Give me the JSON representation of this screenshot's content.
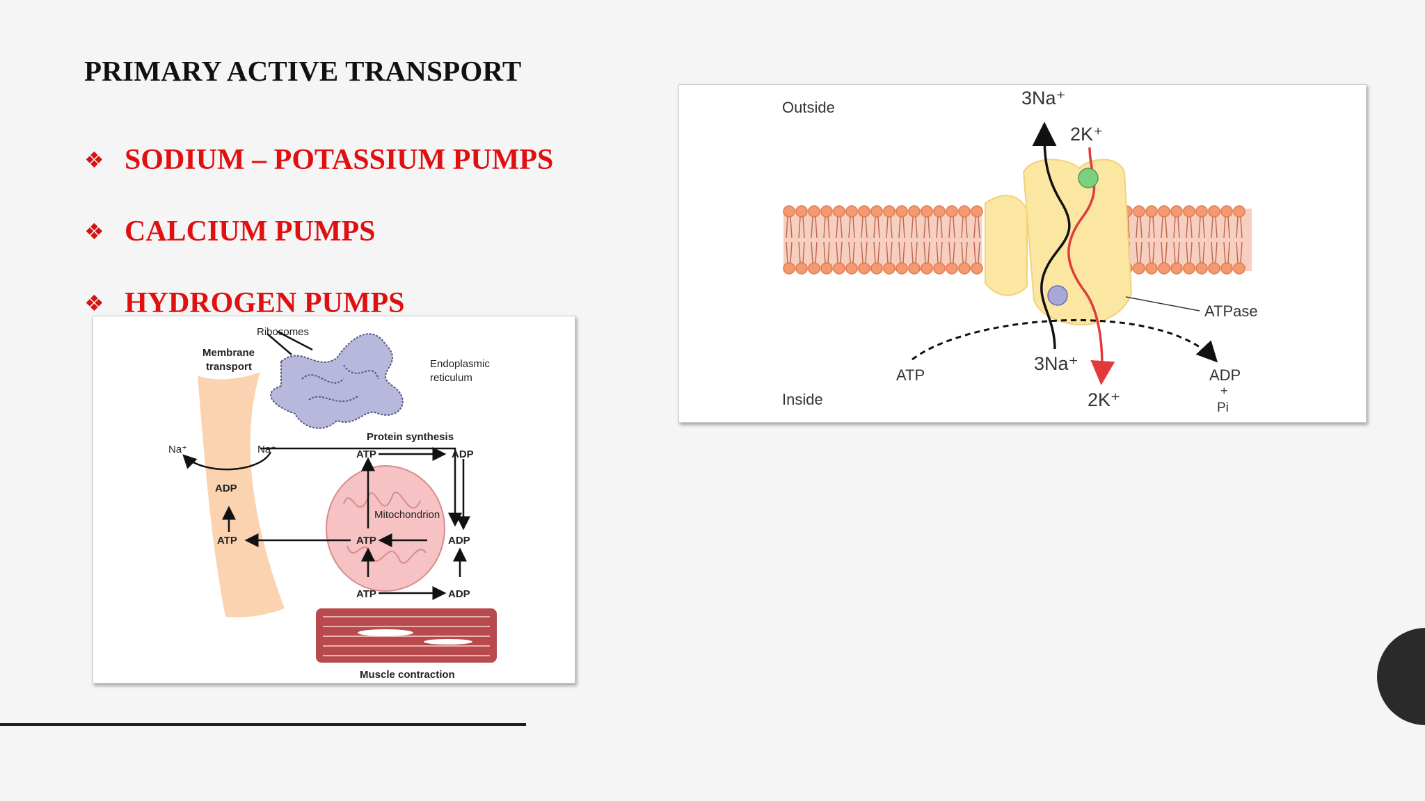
{
  "slide": {
    "title": "PRIMARY ACTIVE TRANSPORT",
    "bullet_marker": "❖",
    "bullets": [
      "SODIUM – POTASSIUM PUMPS",
      "CALCIUM PUMPS",
      "HYDROGEN PUMPS"
    ]
  },
  "left_figure": {
    "ribosomes": "Ribosomes",
    "membrane_transport_1": "Membrane",
    "membrane_transport_2": "transport",
    "er_1": "Endoplasmic",
    "er_2": "reticulum",
    "protein_synthesis": "Protein synthesis",
    "na_left": "Na⁺",
    "na_right": "Na⁺",
    "adp_membrane": "ADP",
    "atp_membrane": "ATP",
    "atp_top": "ATP",
    "adp_top": "ADP",
    "mitochondrion": "Mitochondrion",
    "atp_mito": "ATP",
    "adp_mito": "ADP",
    "atp_bottom": "ATP",
    "adp_bottom": "ADP",
    "muscle_contraction": "Muscle contraction"
  },
  "right_figure": {
    "outside": "Outside",
    "inside": "Inside",
    "na_out": "3Na⁺",
    "k_out": "2K⁺",
    "atpase": "ATPase",
    "atp": "ATP",
    "na_in": "3Na⁺",
    "k_in": "2K⁺",
    "adp": "ADP",
    "plus": "+",
    "pi": "Pi"
  },
  "colors": {
    "bullet_red": "#e01010",
    "lipid_head": "#f39a70",
    "protein_yellow": "#fbe6a2",
    "k_path_red": "#e23a3a",
    "k_binding": "#7fcf83",
    "na_binding": "#a8a7d8",
    "corner_circle": "#2a2a2a"
  }
}
